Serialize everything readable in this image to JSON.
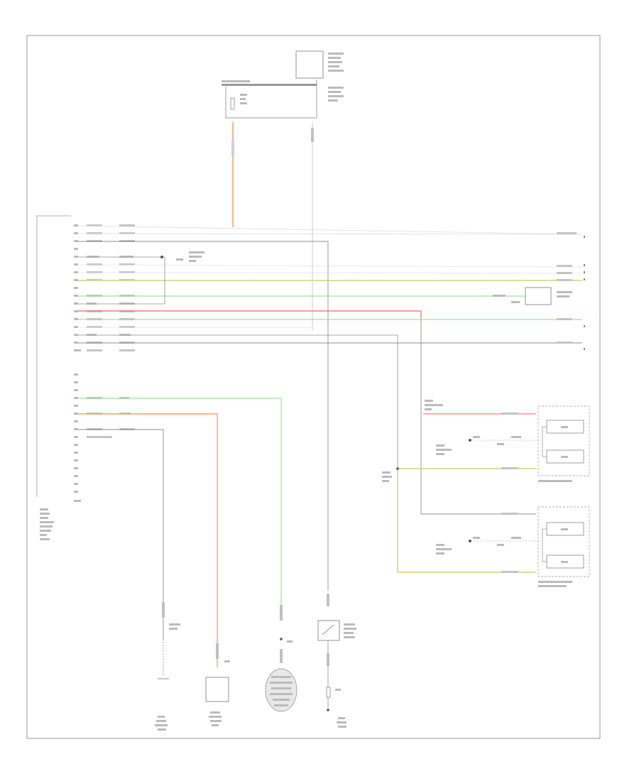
{
  "figure_ref": "",
  "wire_colors": {
    "orange": "#f4a46a",
    "yellow": "#d9d98a",
    "green": "#9ee49e",
    "red": "#f08080",
    "gray": "#8c8c8c",
    "dark": "#555555"
  },
  "components": [
    {
      "id": "top-module",
      "icon": "rectangle-component-icon"
    },
    {
      "id": "top-fuse",
      "icon": "fuse-icon"
    },
    {
      "id": "main-connector-1",
      "icon": "connector-bracket-icon"
    },
    {
      "id": "main-connector-2",
      "icon": "connector-bracket-icon"
    },
    {
      "id": "right-module-small",
      "icon": "rectangle-component-icon"
    },
    {
      "id": "front-speaker-assembly",
      "icon": "speaker-icon"
    },
    {
      "id": "rear-speaker-assembly",
      "icon": "speaker-icon"
    },
    {
      "id": "bottom-ground",
      "icon": "ground-icon"
    },
    {
      "id": "bottom-component-2",
      "icon": "rectangle-component-icon"
    },
    {
      "id": "bottom-switch",
      "icon": "switch-icon"
    },
    {
      "id": "bottom-sensor",
      "icon": "switch-icon"
    },
    {
      "id": "bottom-fuse",
      "icon": "fuse-icon"
    }
  ]
}
